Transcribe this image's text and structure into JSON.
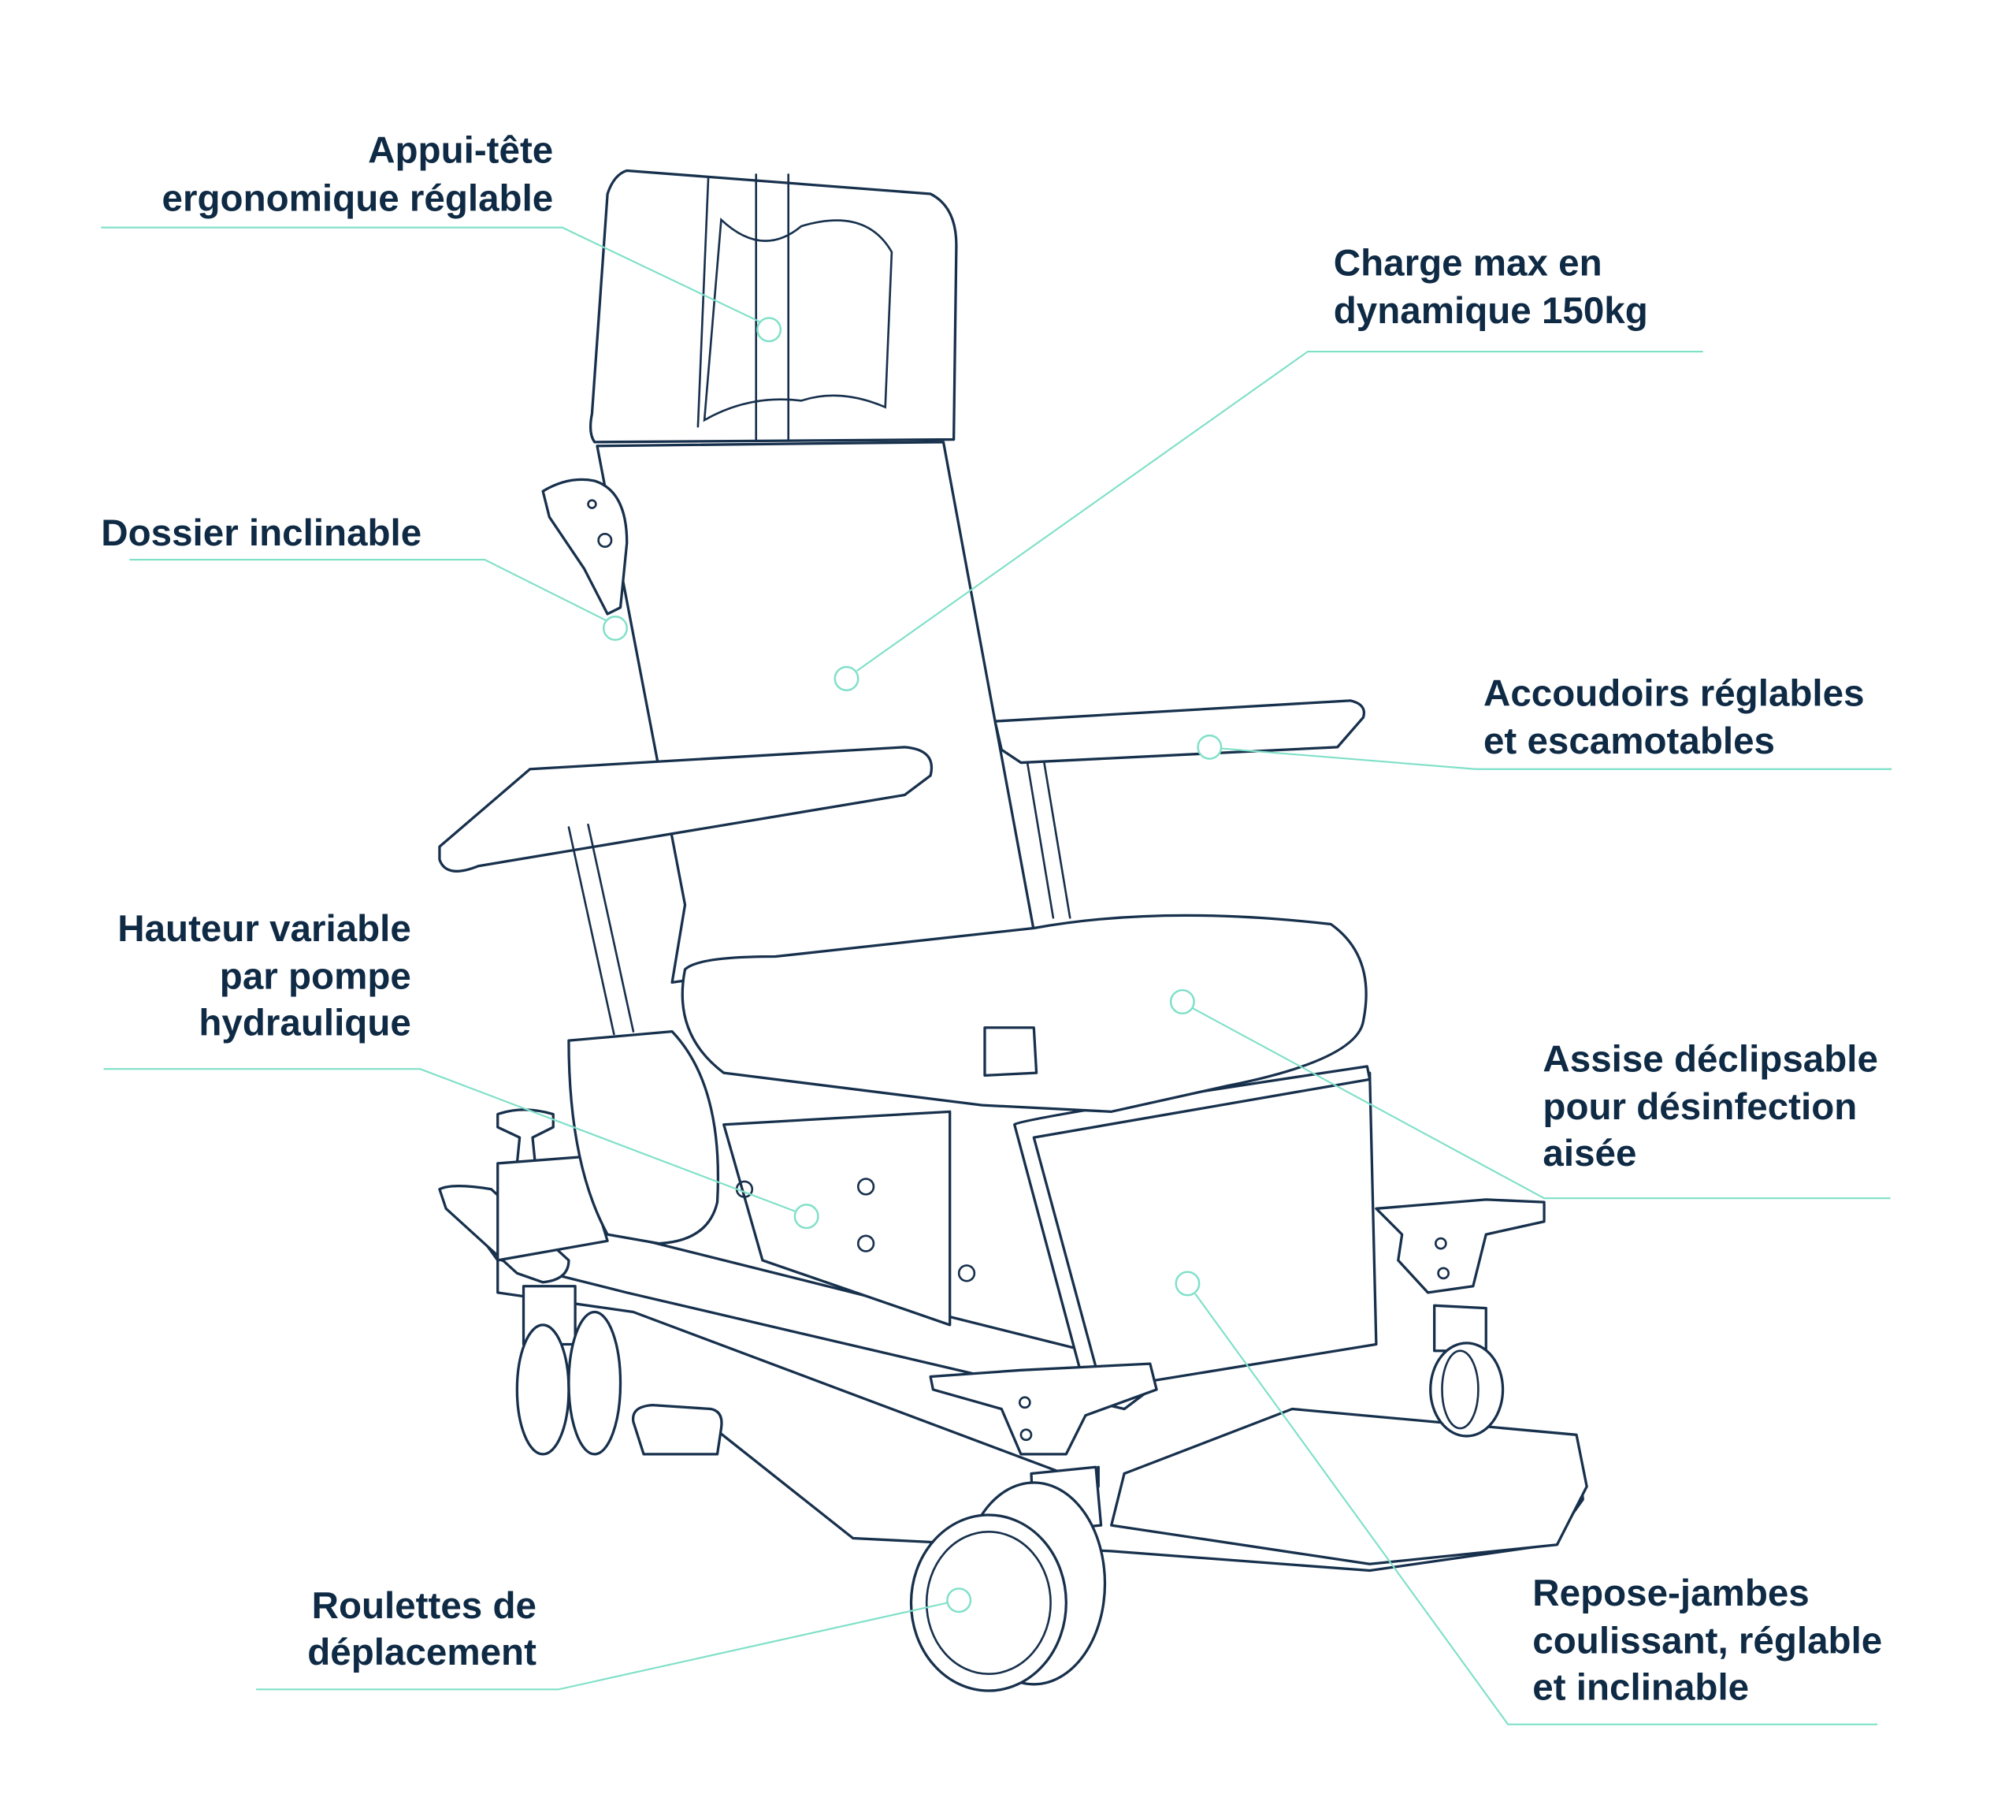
{
  "title": "Fauteuil de soins - caractéristiques",
  "colors": {
    "text": "#0f2a44",
    "leader": "#7fe0c8",
    "outline": "#17304c"
  },
  "callouts": {
    "headrest": {
      "lines": [
        "Appui-tête",
        "ergonomique réglable"
      ]
    },
    "load": {
      "lines": [
        "Charge max en",
        "dynamique 150kg"
      ]
    },
    "backrest": {
      "lines": [
        "Dossier inclinable"
      ]
    },
    "armrests": {
      "lines": [
        "Accoudoirs réglables",
        "et escamotables"
      ]
    },
    "height": {
      "lines": [
        "Hauteur variable",
        "par pompe",
        "hydraulique"
      ]
    },
    "seat": {
      "lines": [
        "Assise déclipsable",
        "pour désinfection",
        "aisée"
      ]
    },
    "wheels": {
      "lines": [
        "Roulettes de",
        "déplacement"
      ]
    },
    "legrest": {
      "lines": [
        "Repose-jambes",
        "coulissant, réglable",
        "et inclinable"
      ]
    }
  }
}
